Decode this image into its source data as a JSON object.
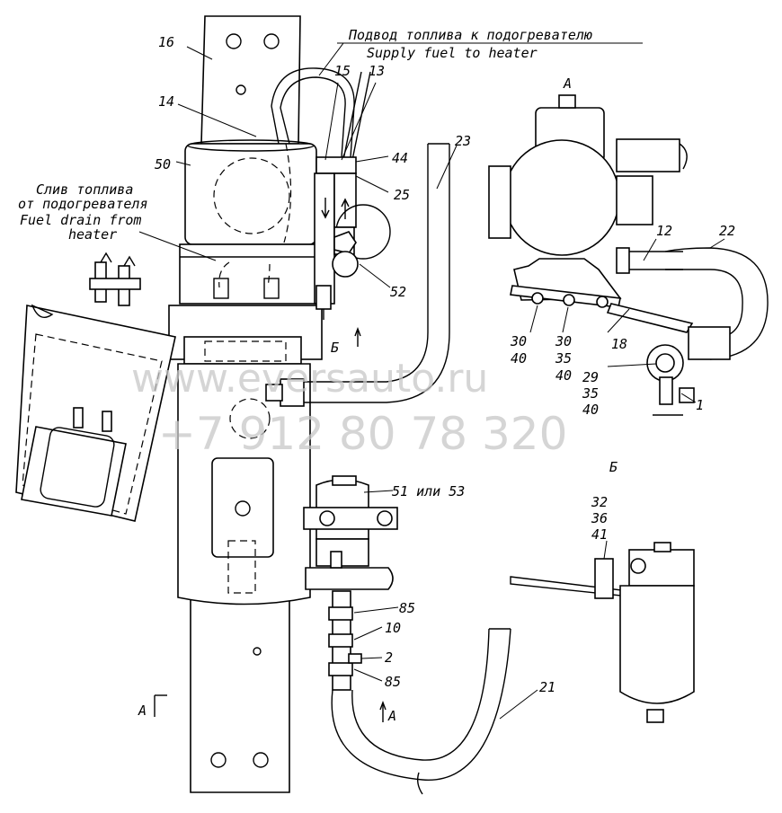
{
  "captions": {
    "supply_ru": "Подвод топлива к подогревателю",
    "supply_en": "Supply fuel to heater",
    "drain_ru_1": "Слив топлива",
    "drain_ru_2": "от подогревателя",
    "drain_en_1": "Fuel drain from",
    "drain_en_2": "heater"
  },
  "labels": {
    "l16": "16",
    "l15": "15",
    "l13": "13",
    "l14": "14",
    "l50": "50",
    "l44": "44",
    "l25": "25",
    "l23": "23",
    "l52": "52",
    "l12": "12",
    "l22": "22",
    "l30a": "30",
    "l40a": "40",
    "l30b": "30",
    "l35a": "35",
    "l40b": "40",
    "l18": "18",
    "l29": "29",
    "l35b": "35",
    "l40c": "40",
    "l1": "1",
    "l51": "51 или 53",
    "l32": "32",
    "l36": "36",
    "l41": "41",
    "l85a": "85",
    "l10": "10",
    "l2": "2",
    "l85b": "85",
    "l21": "21"
  },
  "views": {
    "a_top": "А",
    "b_mark": "Б",
    "b_bottom": "Б",
    "a_left": "А",
    "a_mid": "А"
  },
  "watermark": {
    "site": "www.eversauto.ru",
    "phone": "+7 912 80 78 320"
  }
}
